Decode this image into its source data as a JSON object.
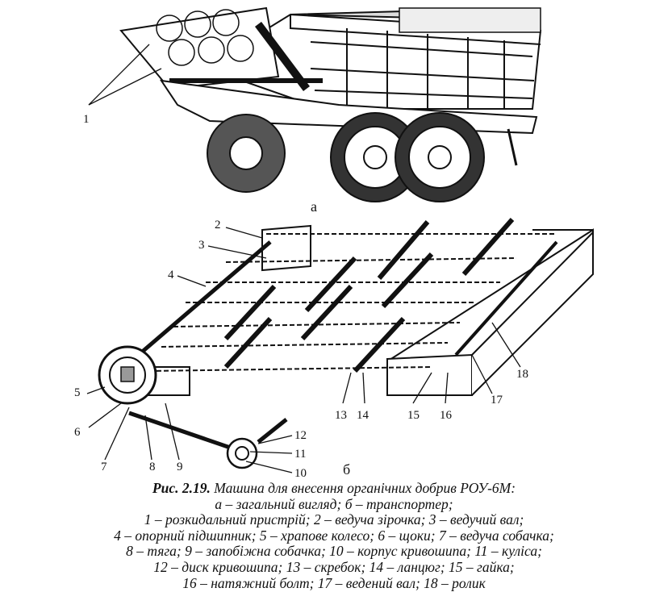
{
  "figure": {
    "sublabel_a": "а",
    "sublabel_b": "б",
    "callouts": [
      "1",
      "2",
      "3",
      "4",
      "5",
      "6",
      "7",
      "8",
      "9",
      "10",
      "11",
      "12",
      "13",
      "14",
      "15",
      "16",
      "17",
      "18"
    ]
  },
  "caption": {
    "label": "Рис. 2.19.",
    "title": "Машина для внесення органічних добрив РОУ-6М:",
    "lines": [
      "а – загальний вигляд; б – транспортер;",
      "1 – розкидальний пристрій; 2 – ведуча зірочка; 3 – ведучий вал;",
      "4 – опорний підшипник; 5 – храпове колесо; 6 – щоки; 7 – ведуча собачка;",
      "8 – тяга; 9 – запобіжна собачка; 10 – корпус кривошипа; 11 – куліса;",
      "12 – диск кривошипа; 13 – скребок; 14 – ланцюг; 15 – гайка;",
      "16 – натяжний болт; 17 – ведений вал; 18 – ролик"
    ]
  }
}
